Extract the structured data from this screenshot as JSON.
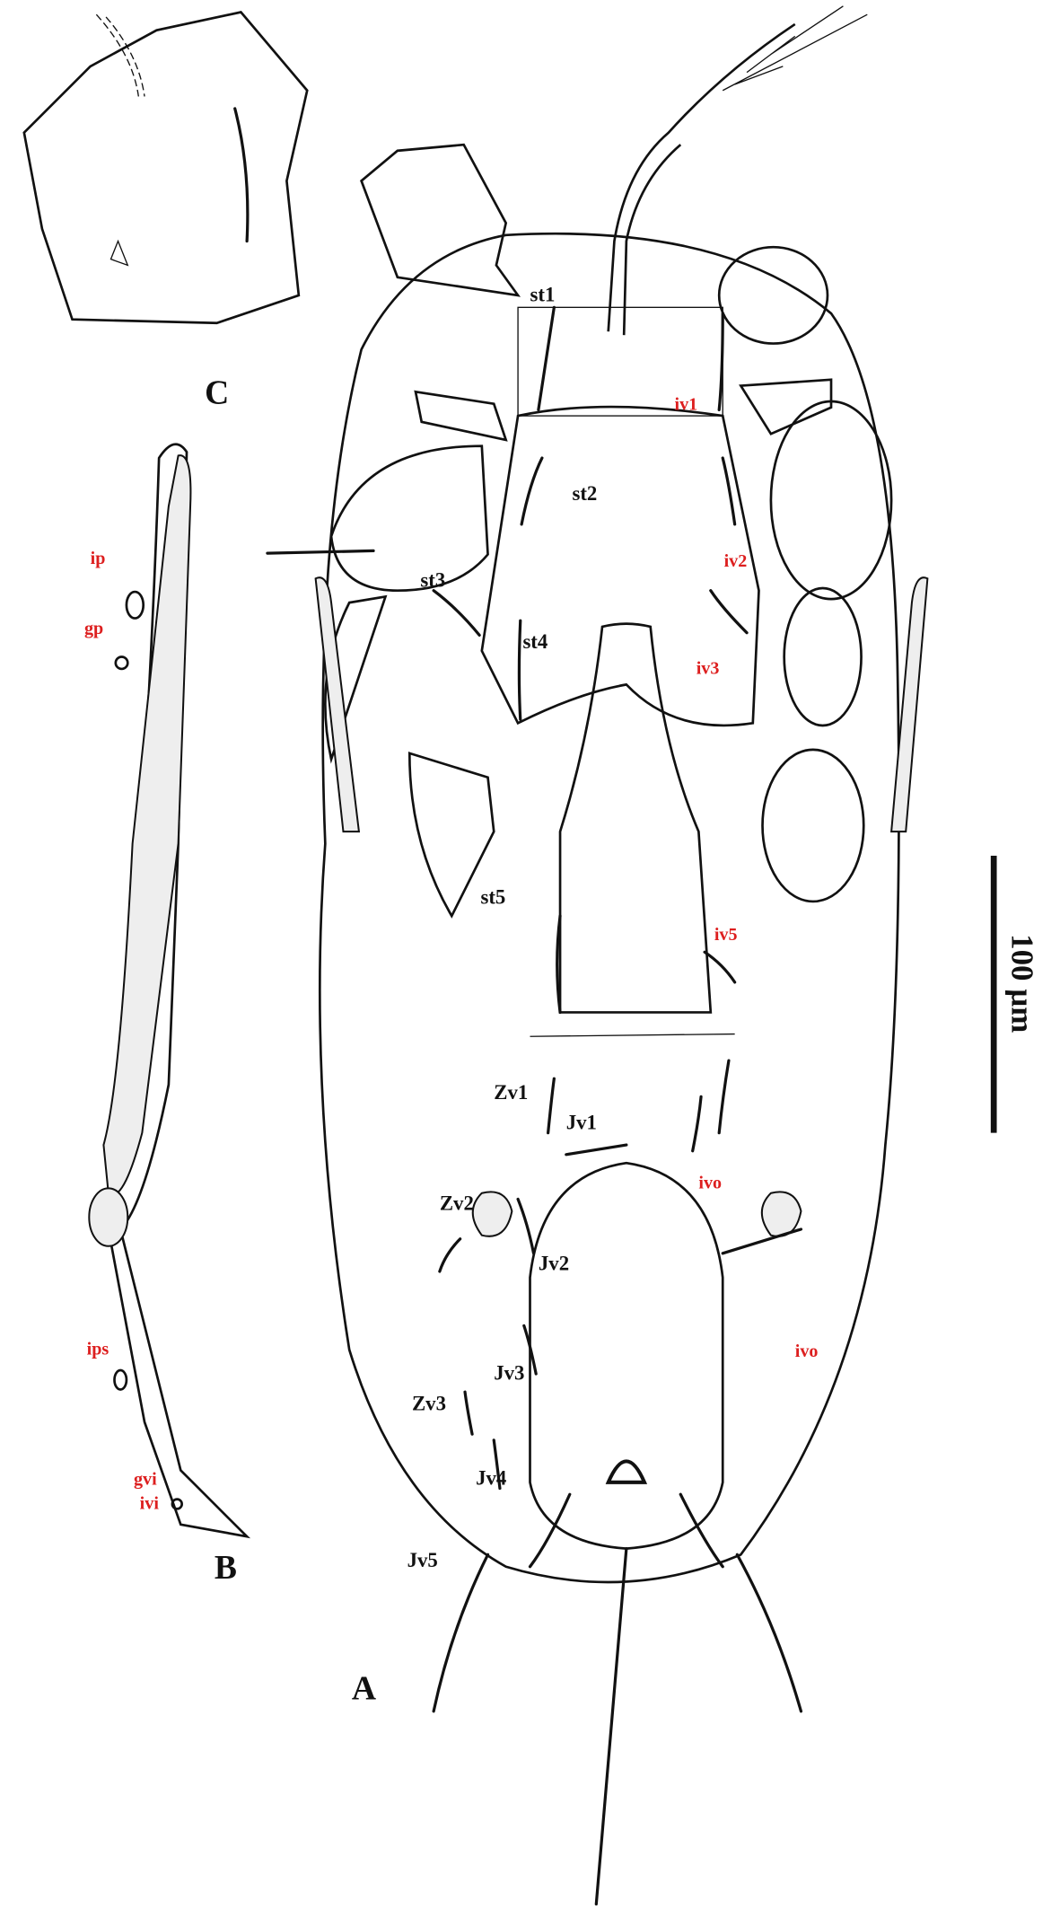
{
  "panels": {
    "a": "A",
    "b": "B",
    "c": "C"
  },
  "scale_bar": {
    "label": "100 µm"
  },
  "label_colors": {
    "seta": "#111111",
    "pore": "#dd1f1f"
  },
  "setae_labels": {
    "st1": "st1",
    "st2": "st2",
    "st3": "st3",
    "st4": "st4",
    "st5": "st5",
    "Zv1": "Zv1",
    "Jv1": "Jv1",
    "Zv2": "Zv2",
    "Jv2": "Jv2",
    "Jv3": "Jv3",
    "Zv3": "Zv3",
    "Jv4": "Jv4",
    "Jv5": "Jv5"
  },
  "pore_labels": {
    "iv1": "iv1",
    "iv2": "iv2",
    "iv3": "iv3",
    "iv5": "iv5",
    "ivo_1": "ivo",
    "ivo_2": "ivo"
  },
  "peritreme_labels": {
    "ip": "ip",
    "gp": "gp",
    "ips": "ips",
    "gvi": "gvi",
    "ivi": "ivi"
  }
}
